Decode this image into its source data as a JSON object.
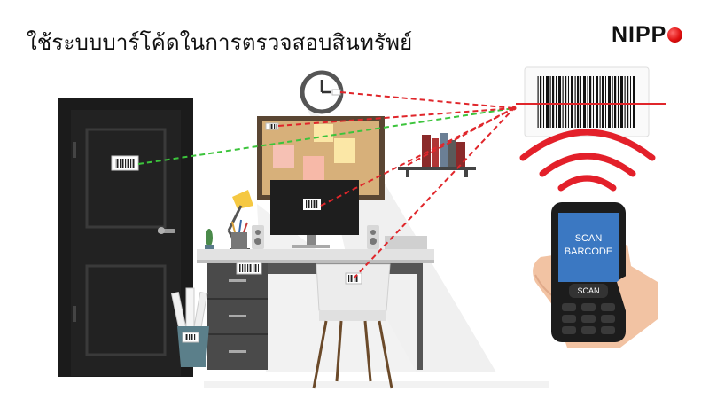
{
  "header": {
    "title": "ใช้ระบบบาร์โค้ดในการตรวจสอบสินทรัพย์",
    "logo_text": "NIPP"
  },
  "phone": {
    "screen_line1": "SCAN",
    "screen_line2": "BARCODE",
    "button_label": "SCAN"
  },
  "colors": {
    "door": "#1b1b1b",
    "laser_red": "#e0262b",
    "laser_green": "#3cc43c",
    "signal_red": "#e3202a",
    "phone_screen": "#3b78c2",
    "logo_dot": "#e01010"
  },
  "icons": [
    "clock-icon",
    "lamp-icon",
    "speaker-icon",
    "plant-icon",
    "pencil-cup-icon",
    "books-icon",
    "trash-bin-icon",
    "chair-icon",
    "barcode-icon",
    "hand-icon",
    "signal-waves-icon"
  ]
}
